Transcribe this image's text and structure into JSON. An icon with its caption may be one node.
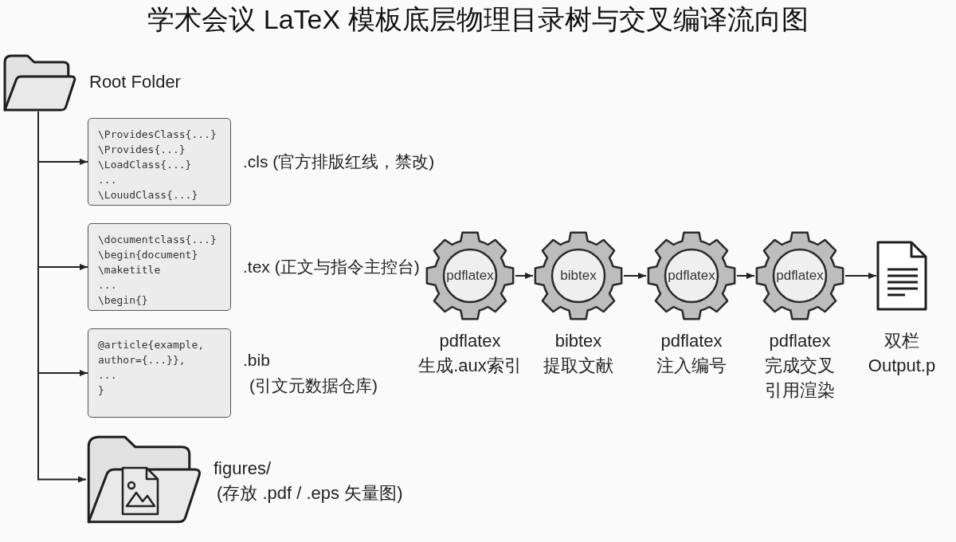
{
  "diagram": {
    "title": "学术会议 LaTeX 模板底层物理目录树与交叉编译流向图",
    "nodes": [
      {
        "text": [
          "Root Folder"
        ]
      },
      {
        "text": [
          "\\ProvidesClass{...} \\Provides{...} \\LoadClass{...} ... \\LouudClass{...}"
        ],
        "beside": [
          ".cls (官方排版红线，禁改)"
        ]
      },
      {
        "text": [
          "\\documentclass{...} \\begin{document} \\maketitle ... \\begin{}"
        ],
        "beside": [
          ".tex (正文与指令主控台)"
        ]
      },
      {
        "text": [
          "@article{example, author={...}}, ... }"
        ],
        "beside": [
          ".bib",
          "(引文元数据仓库)"
        ]
      },
      {
        "text": [
          "figures/",
          "(存放 .pdf / .eps 矢量图)"
        ]
      },
      {
        "text": [
          "pdflatex"
        ],
        "beside": [
          "pdflatex",
          "生成.aux索引"
        ]
      },
      {
        "text": [
          "bibtex"
        ],
        "beside": [
          "bibtex",
          "提取文献"
        ]
      },
      {
        "text": [
          "pdflatex"
        ],
        "beside": [
          "pdflatex",
          "注入编号"
        ]
      },
      {
        "text": [
          "pdflatex"
        ],
        "beside": [
          "pdflatex",
          "完成交叉引用渲染"
        ]
      },
      {
        "text": [],
        "shape": "document",
        "beside": [
          "双栏",
          "Output.p"
        ]
      }
    ],
    "edges": [
      {
        "from": 0,
        "to": 1,
        "arrow": "to"
      },
      {
        "from": 0,
        "to": 2,
        "arrow": "to"
      },
      {
        "from": 0,
        "to": 3,
        "arrow": "to"
      },
      {
        "from": 0,
        "to": 4,
        "arrow": "to"
      },
      {
        "from": 5,
        "to": 6,
        "arrow": "to"
      },
      {
        "from": 6,
        "to": 7,
        "arrow": "to"
      },
      {
        "from": 7,
        "to": 8,
        "arrow": "to"
      },
      {
        "from": 8,
        "to": 9,
        "arrow": "to"
      }
    ]
  }
}
